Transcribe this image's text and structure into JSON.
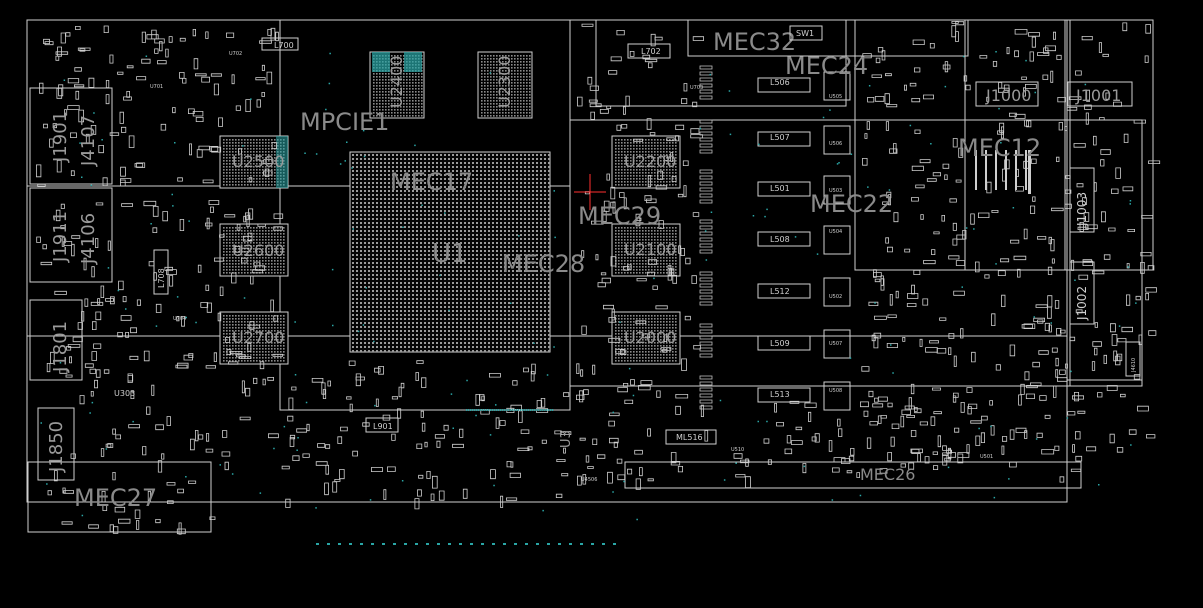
{
  "board": {
    "background": "#000000",
    "outline_color": "#d0d0d0",
    "accent_pad_color": "#2aa6a6",
    "label_color": "#8a8a8a"
  },
  "regions": {
    "mec17": "MEC17",
    "mec22": "MEC22",
    "mec24": "MEC24",
    "mec12": "MEC12",
    "mec28": "MEC28",
    "mec29": "MEC29",
    "mec27": "MEC27",
    "mec26": "MEC26",
    "mec32": "MEC32",
    "mpcie1": "MPCIE1"
  },
  "chips": {
    "u1": "U1",
    "u2500": "U2500",
    "u2600": "U2600",
    "u2700": "U2700",
    "u2400": "U2400",
    "u2300": "U2300",
    "u2200": "U2200",
    "u2100": "U2100",
    "u2000": "U2000",
    "u3": "U3",
    "u303": "U303"
  },
  "connectors": {
    "j1901": "J1901",
    "j4107": "J4107",
    "j1911": "J1911",
    "j4106": "J4106",
    "j1801": "J1801",
    "j1850": "J1850",
    "j1000": "J1000",
    "j1001": "J1001",
    "j1003": "J1003",
    "j1002": "J1002"
  },
  "small_parts": {
    "l702": "L702",
    "l506": "L506",
    "l507": "L507",
    "l501": "L501",
    "l508": "L508",
    "l512": "L512",
    "l509": "L509",
    "l513": "L513",
    "l901": "L901",
    "l700": "L700",
    "l708": "L708",
    "ml516": "ML516",
    "u505": "U505",
    "u506": "U506",
    "u503": "U503",
    "u504": "U504",
    "u502": "U502",
    "u507": "U507",
    "u508": "U508",
    "u510": "U510",
    "u501": "U501",
    "u703": "U703",
    "u704": "U704",
    "u701": "U701",
    "u702": "U702",
    "u4506": "U4506",
    "sw1": "SW1",
    "j4610": "J4610"
  }
}
